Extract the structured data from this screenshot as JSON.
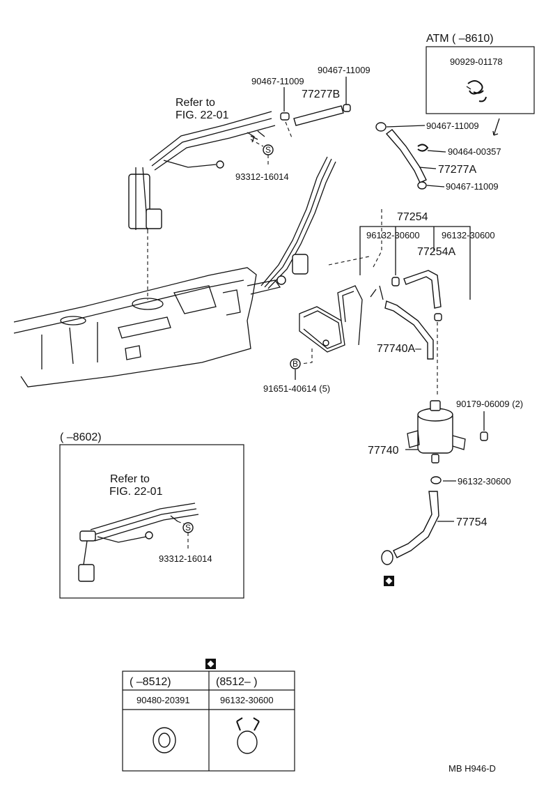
{
  "atm_box": {
    "title": "ATM (      –8610)",
    "part": "90929-01178"
  },
  "labels": {
    "refer_top_1": "Refer to",
    "refer_top_2": "FIG. 22-01",
    "clamp_a": "90467-11009",
    "clamp_b": "90467-11009",
    "hose_b": "77277B",
    "screw_top": "93312-16014",
    "clamp_c": "90467-11009",
    "clip": "90464-00357",
    "hose_a": "77277A",
    "clamp_d": "90467-11009",
    "group_77254": "77254",
    "clamp_e": "96132-30600",
    "clamp_f": "96132-30600",
    "hose_77254a": "77254A",
    "hose_77740a": "77740A–",
    "bolt": "91651-40614 (5)",
    "nut": "90179-06009 (2)",
    "canister": "77740",
    "clamp_g": "96132-30600",
    "hose_77754": "77754",
    "inset_title": "(       –8602)",
    "inset_refer_1": "Refer to",
    "inset_refer_2": "FIG. 22-01",
    "inset_screw": "93312-16014",
    "code": "MB  H946-D"
  },
  "markers": {
    "s": "S",
    "b": "B"
  },
  "table": {
    "col1_header": "(      –8512)",
    "col2_header": "(8512–        )",
    "col1_part": "90480-20391",
    "col2_part": "96132-30600"
  }
}
